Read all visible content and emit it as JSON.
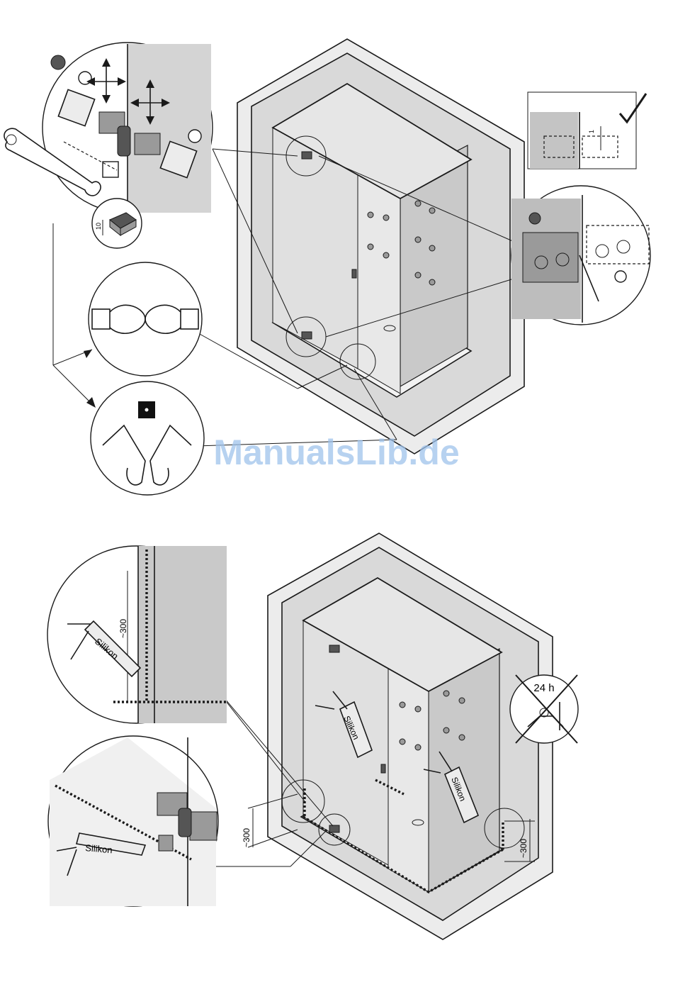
{
  "watermark": "ManualsLib.de",
  "labels": {
    "dim_10": "10",
    "dim_1": "1",
    "silikon": "Silikon",
    "dim_300": "~300",
    "cure_time": "24 h"
  }
}
